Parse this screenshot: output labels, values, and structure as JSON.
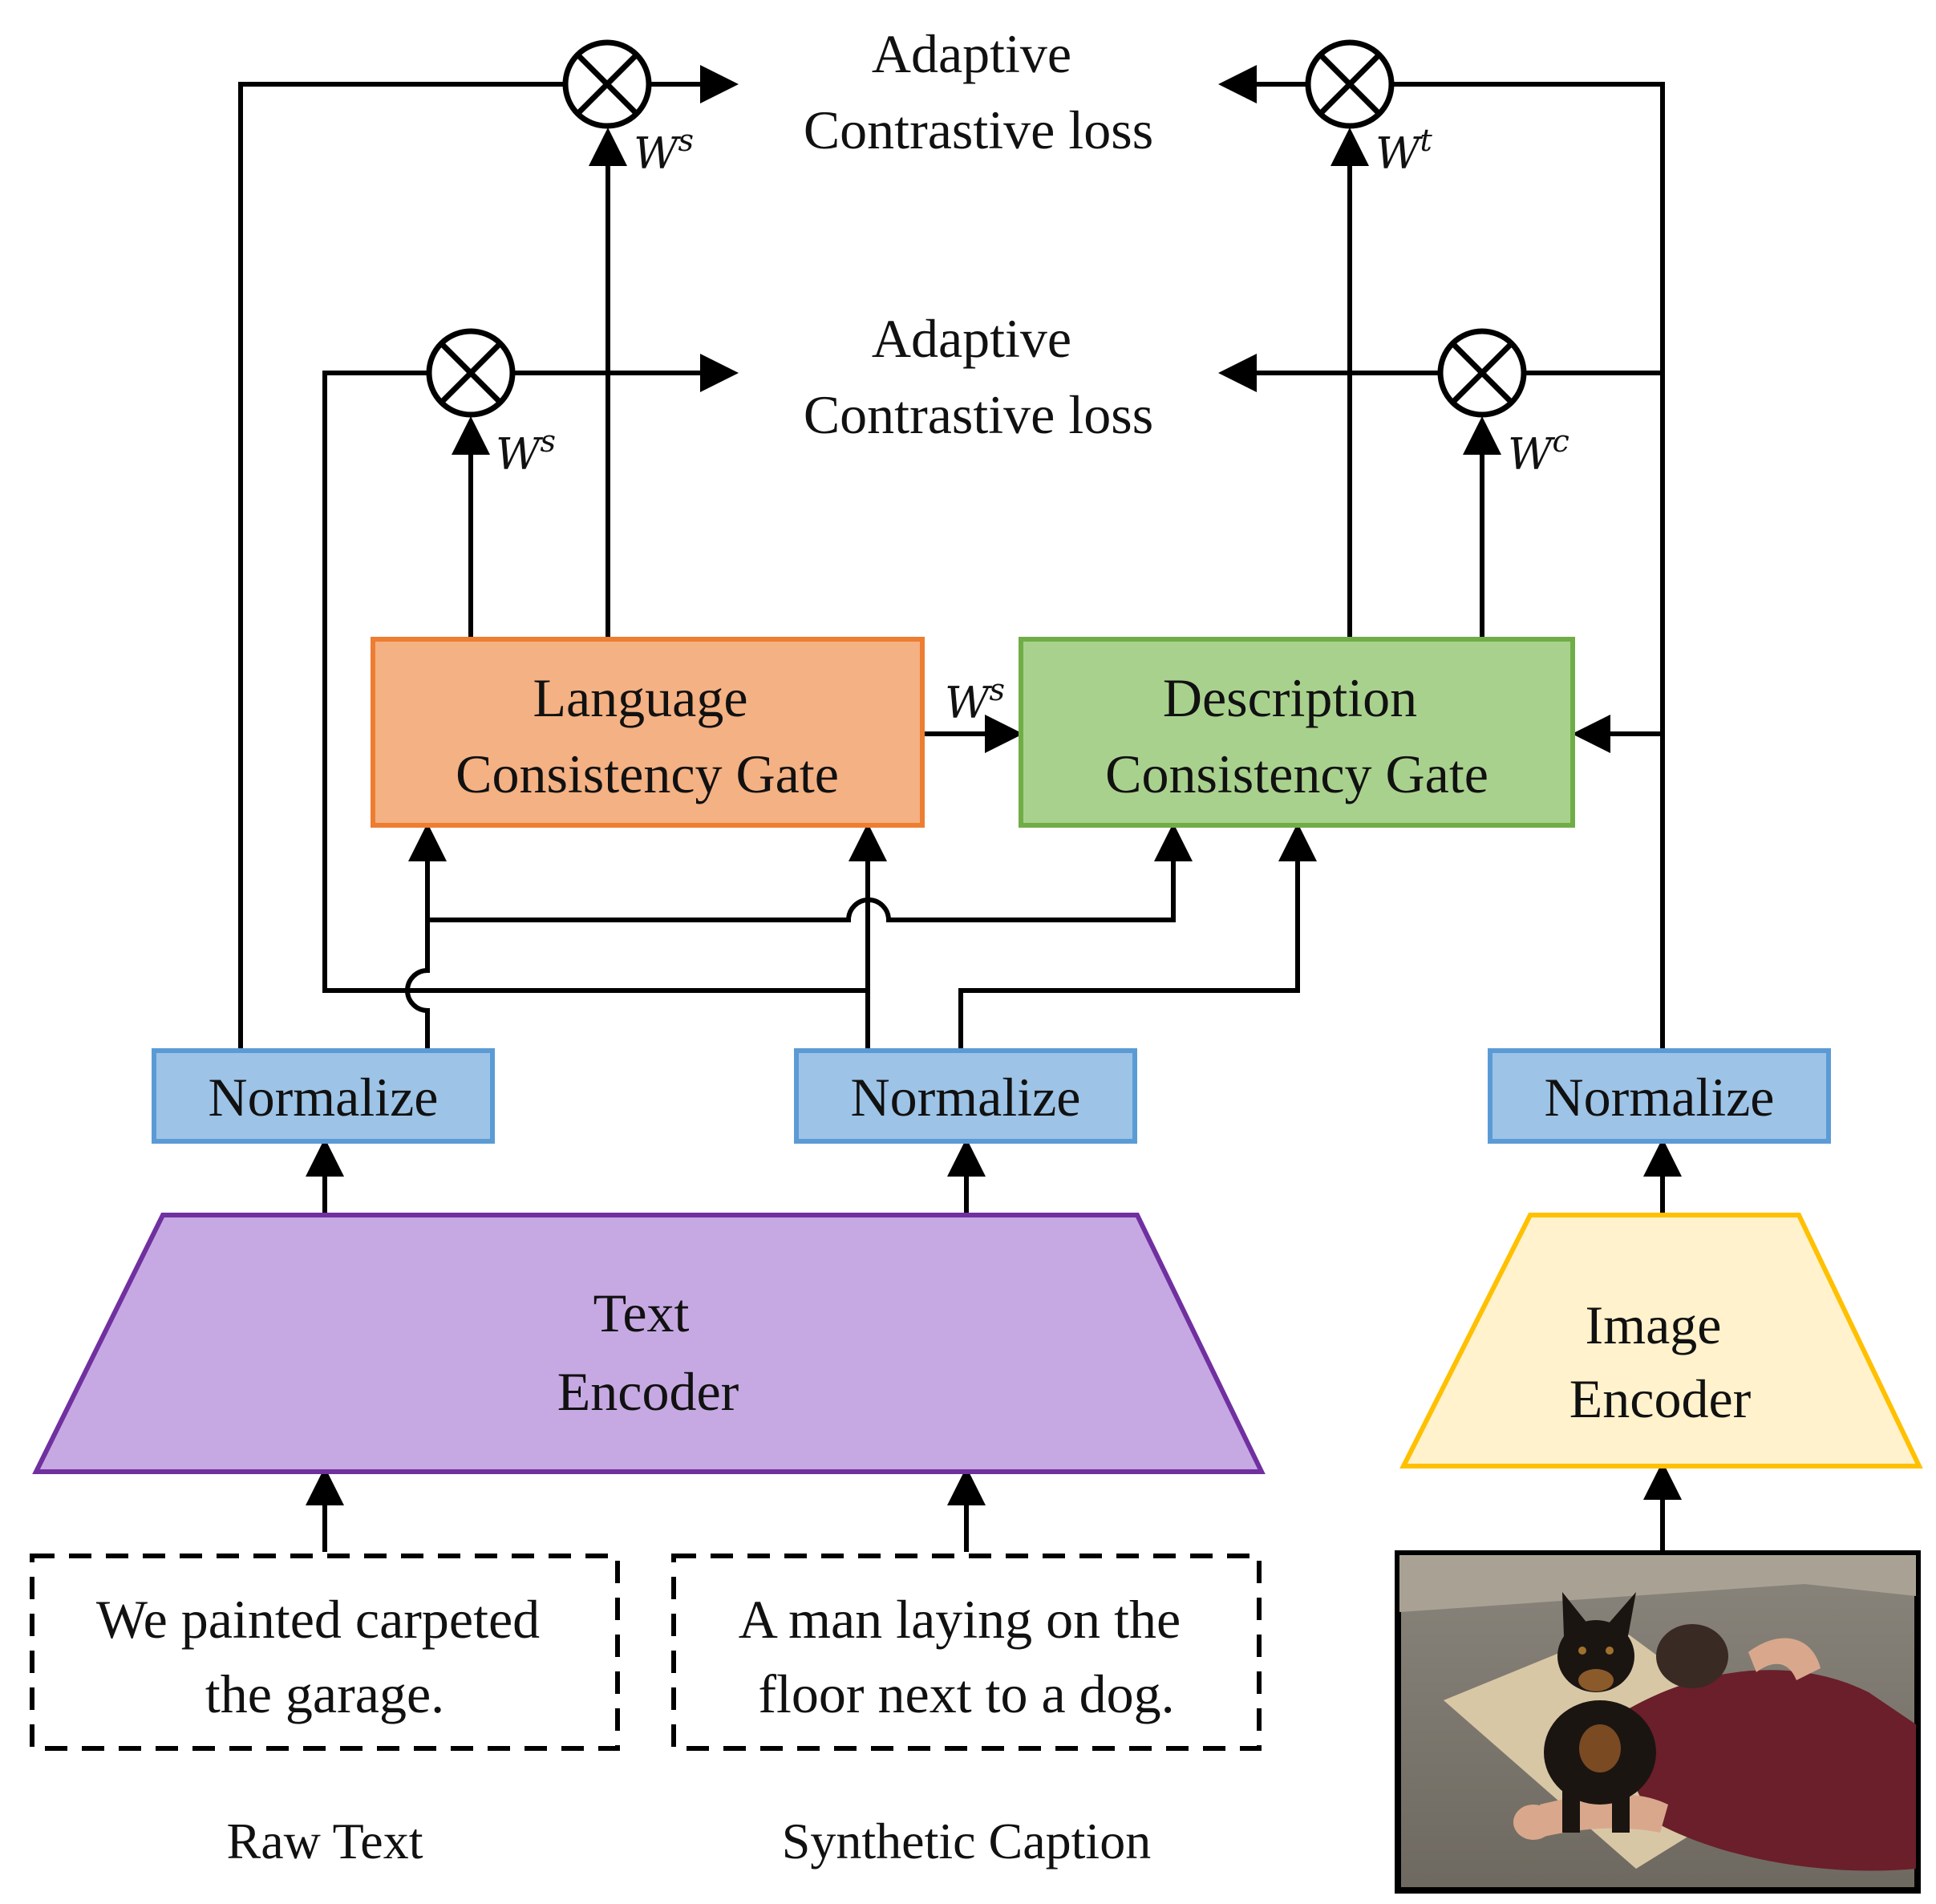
{
  "losses": {
    "top": [
      "Adaptive",
      "Contrastive loss"
    ],
    "middle": [
      "Adaptive",
      "Contrastive loss"
    ]
  },
  "weights": {
    "top_left": {
      "base": "W",
      "sup": "s"
    },
    "top_right": {
      "base": "W",
      "sup": "t"
    },
    "mid_left": {
      "base": "W",
      "sup": "s"
    },
    "mid_right": {
      "base": "W",
      "sup": "c"
    },
    "between_gates": {
      "base": "W",
      "sup": "s"
    }
  },
  "gates": {
    "language": {
      "line1": "Language",
      "line2": "Consistency Gate",
      "fill": "#f4b183",
      "stroke": "#ed7d31"
    },
    "description": {
      "line1": "Description",
      "line2": "Consistency Gate",
      "fill": "#a9d18e",
      "stroke": "#70ad47"
    }
  },
  "normalize": {
    "label": "Normalize",
    "fill": "#9dc3e6",
    "stroke": "#5b9bd5"
  },
  "encoders": {
    "text": {
      "line1": "Text",
      "line2": "Encoder",
      "fill": "#c6a9e2",
      "stroke": "#7030a0"
    },
    "image": {
      "line1": "Image",
      "line2": "Encoder",
      "fill": "#fff2cc",
      "stroke": "#ffc000"
    }
  },
  "inputs": {
    "raw_text": {
      "line1": "We painted carpeted",
      "line2": "the garage.",
      "caption": "Raw Text"
    },
    "synthetic": {
      "line1": "A man laying on the",
      "line2": "floor next to a dog.",
      "caption": "Synthetic Caption"
    }
  },
  "icons": {
    "multiply": "circled-times-icon",
    "photo": "dog-and-man-photo"
  }
}
